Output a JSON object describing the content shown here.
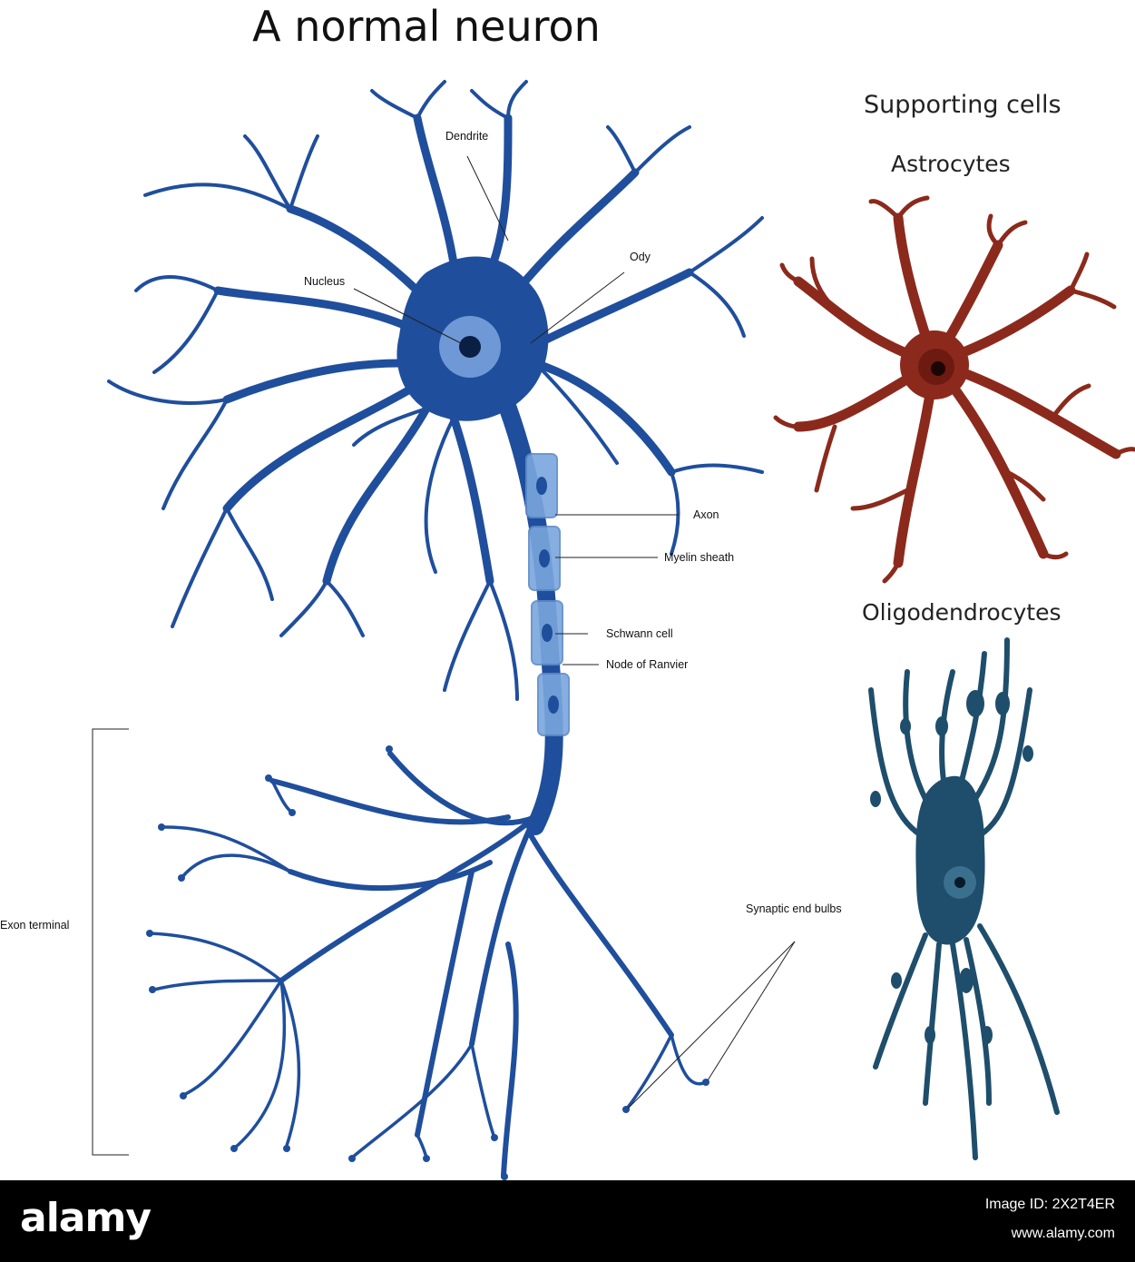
{
  "title": "A normal neuron",
  "supporting": {
    "heading": "Supporting cells",
    "astrocytes": "Astrocytes",
    "oligodendrocytes": "Oligodendrocytes"
  },
  "labels": {
    "dendrite": "Dendrite",
    "nucleus": "Nucleus",
    "body": "Ody",
    "axon": "Axon",
    "myelin": "Myelin sheath",
    "schwann": "Schwann cell",
    "node": "Node of Ranvier",
    "synaptic": "Synaptic end bulbs",
    "exon": "Exon terminal"
  },
  "footer": {
    "brand": "alamy",
    "image_id": "Image ID: 2X2T4ER",
    "site": "www.alamy.com"
  },
  "colors": {
    "neuron": "#1f4e9c",
    "neuron_dark": "#163f85",
    "myelin": "#7aa6dd",
    "astrocyte": "#8b2a1c",
    "oligodendrocyte": "#1e4e6b",
    "footer_bg": "#000000"
  }
}
